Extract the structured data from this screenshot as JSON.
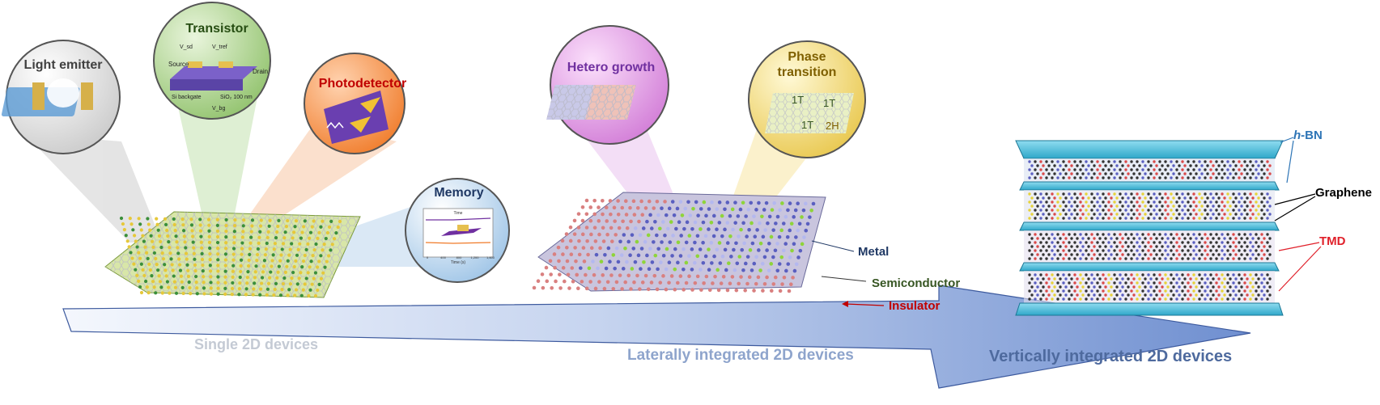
{
  "stages": {
    "single": "Single 2D devices",
    "lateral": "Laterally integrated 2D devices",
    "vertical": "Vertically integrated 2D devices"
  },
  "bubbles": {
    "light_emitter": "Light emitter",
    "transistor": "Transistor",
    "photodetector": "Photodetector",
    "memory": "Memory",
    "hetero_growth": "Hetero growth",
    "phase_transition_line1": "Phase",
    "phase_transition_line2": "transition"
  },
  "transistor_inset": {
    "source": "Source",
    "drain": "Drain",
    "backgate": "Si backgate",
    "oxide": "SiO₂ 100 nm",
    "vsd": "V_sd",
    "vtg": "V_bg",
    "vref": "V_tref"
  },
  "memory_inset": {
    "title": "Time",
    "xlabel": "Time (s)",
    "xticks": [
      "0",
      "400",
      "800",
      "1,200",
      "1,600"
    ]
  },
  "phase_labels": {
    "t1a": "1T",
    "t1b": "1T",
    "t1c": "1T",
    "h2": "2H"
  },
  "lateral_labels": {
    "metal": "Metal",
    "semiconductor": "Semiconductor",
    "insulator": "Insulator"
  },
  "vertical_labels": {
    "hbn_italic": "h",
    "hbn_rest": "-BN",
    "graphene": "Graphene",
    "tmd": "TMD"
  },
  "colors": {
    "insulator_red": "#c00000",
    "tmd_red": "#e0202a",
    "hbn_blue": "#2e75b6",
    "metal_navy": "#1f3864",
    "semiconductor_green": "#375623",
    "photodetector_red": "#c00000",
    "hetero_purple": "#7030a0"
  }
}
